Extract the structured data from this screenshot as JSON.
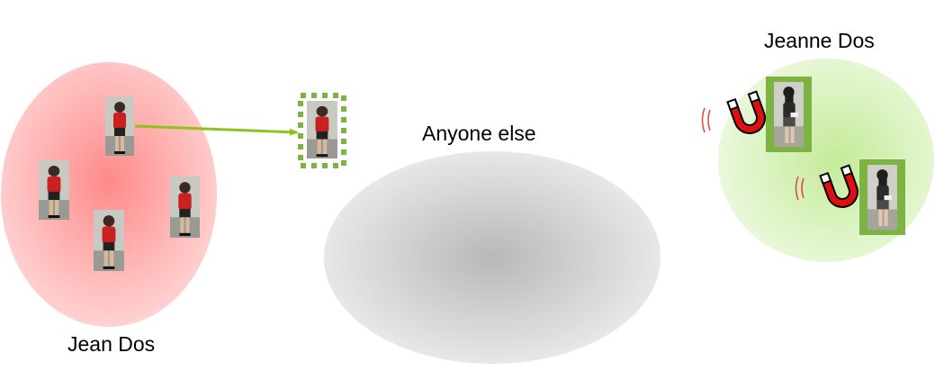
{
  "groups": {
    "jean": {
      "label": "Jean Dos",
      "color": "#ff8a8a"
    },
    "anyone": {
      "label": "Anyone else",
      "color": "#bdbdbd"
    },
    "jeanne": {
      "label": "Jeanne Dos",
      "color": "#c8eca0"
    }
  },
  "colors": {
    "arrow": "#8dc21f",
    "frame_green": "#7cb342",
    "magnet_red": "#e01010",
    "wave_red": "#e04040"
  },
  "icons": [
    "person-image",
    "arrow-icon",
    "magnet-icon",
    "attraction-waves-icon"
  ]
}
